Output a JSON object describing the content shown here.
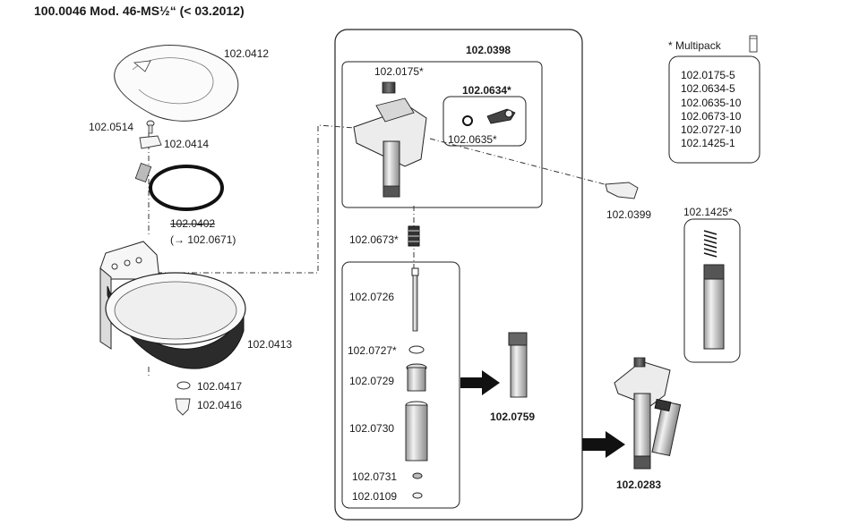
{
  "title": "100.0046 Mod. 46-MS½“ (< 03.2012)",
  "assembly_main": "102.0398",
  "assembly_sub": "102.0634*",
  "multipack": {
    "heading": "* Multipack",
    "items": [
      "102.0175-5",
      "102.0634-5",
      "102.0635-10",
      "102.0673-10",
      "102.0727-10",
      "102.1425-1"
    ]
  },
  "labels": {
    "p0412": "102.0412",
    "p0514": "102.0514",
    "p0414": "102.0414",
    "p0402": "102.0402",
    "p0402_replacement": "(→ 102.0671)",
    "p0413": "102.0413",
    "p0417": "102.0417",
    "p0416": "102.0416",
    "p0175": "102.0175*",
    "p0635": "102.0635*",
    "p0399": "102.0399",
    "p0673": "102.0673*",
    "p0726": "102.0726",
    "p0727": "102.0727*",
    "p0729": "102.0729",
    "p0730": "102.0730",
    "p0731": "102.0731",
    "p0109": "102.0109",
    "p0759": "102.0759",
    "p1425": "102.1425*",
    "p0283": "102.0283"
  }
}
